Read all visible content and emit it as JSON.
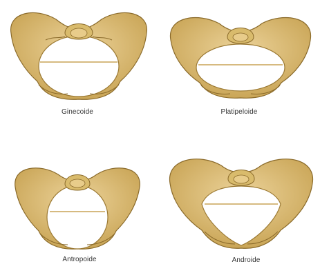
{
  "colors": {
    "bone_fill": "#d8b764",
    "bone_shade": "#b08d3e",
    "bone_light": "#ecd39a",
    "bone_outline": "#8a6a2a",
    "diameter_line": "#c9a456"
  },
  "pelvis_types": [
    {
      "id": "gine",
      "label": "Ginecoide"
    },
    {
      "id": "plat",
      "label": "Platipeloide"
    },
    {
      "id": "antro",
      "label": "Antropoide"
    },
    {
      "id": "andr",
      "label": "Androide"
    }
  ]
}
